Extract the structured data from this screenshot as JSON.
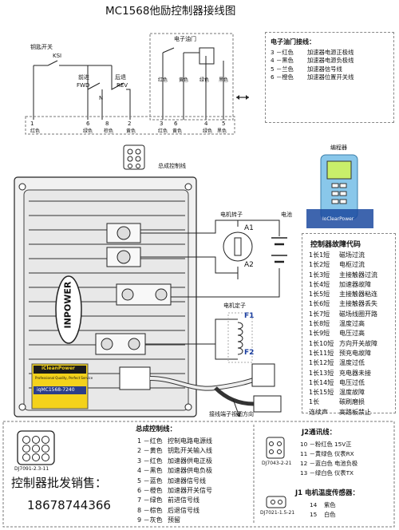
{
  "title": "MC1568他励控制器接线图",
  "top_wiring": {
    "key_switch": "钥匙开关",
    "ksi": "KSI",
    "forward": "前进",
    "fwd": "FWD",
    "reverse": "后退",
    "rev": "REV",
    "neutral": "N",
    "throttle_label": "电子油门",
    "wire_colors": [
      "红色",
      "黄色",
      "绿色",
      "黑色"
    ],
    "bottom_pins": [
      {
        "num": "1",
        "color": "红色"
      },
      {
        "num": "6",
        "color": "绿色"
      },
      {
        "num": "8",
        "color": "棕色"
      },
      {
        "num": "2",
        "color": "黄色"
      },
      {
        "num": "3",
        "color": "红色"
      },
      {
        "num": "6",
        "color": "黄色"
      },
      {
        "num": "4",
        "color": "绿色"
      },
      {
        "num": "5",
        "color": "黑色"
      }
    ],
    "harness_label": "总成控制线"
  },
  "throttle_box": {
    "title": "电子油门接线：",
    "rows": [
      {
        "n": "3 －红色",
        "d": "加速器电源正极线"
      },
      {
        "n": "4 －黑色",
        "d": "加速器电源负极线"
      },
      {
        "n": "5 －兰色",
        "d": "加速器信号线"
      },
      {
        "n": "6 －橙色",
        "d": "加速器位置开关线"
      }
    ]
  },
  "programmer": {
    "label": "编程器",
    "screen_brand": "IoClearPower"
  },
  "motor": {
    "rotor_label": "电机转子",
    "battery_label": "电池",
    "a1": "A1",
    "a2": "A2",
    "stator_label": "电机定子",
    "f1": "F1",
    "f2": "F2",
    "terminal_dir": "接线端子视图方向"
  },
  "controller": {
    "brand": "INPOWER",
    "label_brand": "iCleanPower",
    "label_sub": "Professional Quality, Perfect Service",
    "model": "iqMC1568-7240"
  },
  "fault_table": {
    "title": "控制器故障代码",
    "rows": [
      {
        "code": "1长1短",
        "desc": "磁场过流"
      },
      {
        "code": "1长2短",
        "desc": "电枢过流"
      },
      {
        "code": "1长3短",
        "desc": "主接触器过流"
      },
      {
        "code": "1长4短",
        "desc": "加速器故障"
      },
      {
        "code": "1长5短",
        "desc": "主接触器粘连"
      },
      {
        "code": "1长6短",
        "desc": "主接触器丢失"
      },
      {
        "code": "1长7短",
        "desc": "磁场线圈开路"
      },
      {
        "code": "1长8短",
        "desc": "温度过高"
      },
      {
        "code": "1长9短",
        "desc": "电压过高"
      },
      {
        "code": "1长10短",
        "desc": "方向开关故障"
      },
      {
        "code": "1长11短",
        "desc": "预充电故障"
      },
      {
        "code": "1长12短",
        "desc": "温度过低"
      },
      {
        "code": "1长13短",
        "desc": "充电器未接"
      },
      {
        "code": "1长14短",
        "desc": "电压过低"
      },
      {
        "code": "1长15短",
        "desc": "温度故障"
      },
      {
        "code": "1长",
        "desc": "碳刷磨损"
      },
      {
        "code": "连续声",
        "desc": "高踏板禁止"
      }
    ]
  },
  "control_wire": {
    "title": "总成控制线：",
    "connector_code": "DJ7091-2.3-11",
    "rows": [
      {
        "n": "1 －红色",
        "c": "控制电路电源线"
      },
      {
        "n": "2 －黄色",
        "c": "钥匙开关输入线"
      },
      {
        "n": "3 －红色",
        "c": "加速器供电正极"
      },
      {
        "n": "4 －黑色",
        "c": "加速器供电负极"
      },
      {
        "n": "5 －蓝色",
        "c": "加速器信号线"
      },
      {
        "n": "6 －橙色",
        "c": "加速器开关信号"
      },
      {
        "n": "7 －绿色",
        "c": "前进信号线"
      },
      {
        "n": "8 －棕色",
        "c": "后退信号线"
      },
      {
        "n": "9 －灰色",
        "c": "预留"
      }
    ]
  },
  "sales": {
    "label": "控制器批发销售：",
    "phone": "18678744366"
  },
  "j2": {
    "title": "J2通讯线：",
    "connector_code": "DJ7043-2-21",
    "rows": [
      {
        "n": "10 －粉红色",
        "c": "15V正"
      },
      {
        "n": "11 －黄绿色",
        "c": "仪表RX"
      },
      {
        "n": "12 －蓝白色",
        "c": "电池负极"
      },
      {
        "n": "13 －绿白色",
        "c": "仪表TX"
      }
    ]
  },
  "j1": {
    "title": "J1 电机温度传感器：",
    "connector_code": "DJ7021-1.5-21",
    "rows": [
      {
        "n": "14",
        "c": "紫色"
      },
      {
        "n": "15",
        "c": "白色"
      }
    ]
  }
}
